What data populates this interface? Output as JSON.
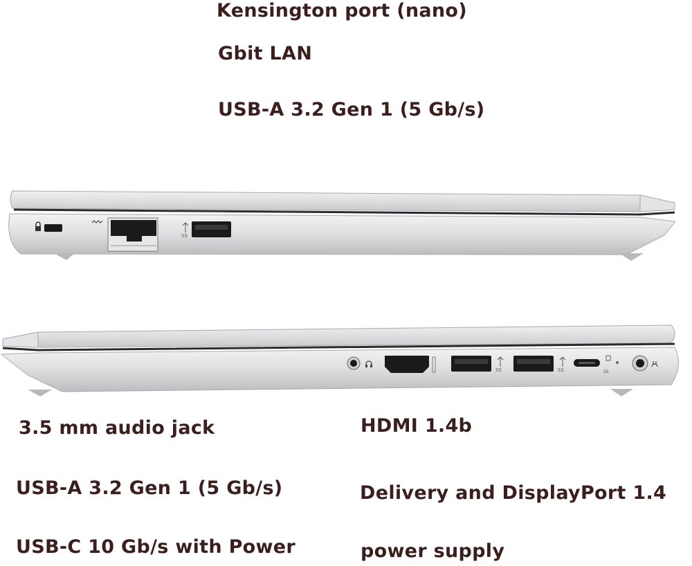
{
  "top_labels": {
    "kensington": "Kensington port (nano)",
    "lan": "Gbit LAN",
    "usb_a": "USB-A 3.2 Gen 1 (5 Gb/s)"
  },
  "bottom_left_labels": {
    "audio": "3.5 mm audio jack",
    "usb_a": "USB-A 3.2 Gen 1 (5 Gb/s)",
    "usb_c": "USB-C 10 Gb/s with Power"
  },
  "bottom_right_labels": {
    "hdmi": "HDMI 1.4b",
    "delivery": "Delivery and DisplayPort 1.4",
    "power": "power supply"
  },
  "colors": {
    "label_text": "#3b1f1f",
    "chassis": "#d8d8da",
    "port": "#1a1a1a"
  }
}
